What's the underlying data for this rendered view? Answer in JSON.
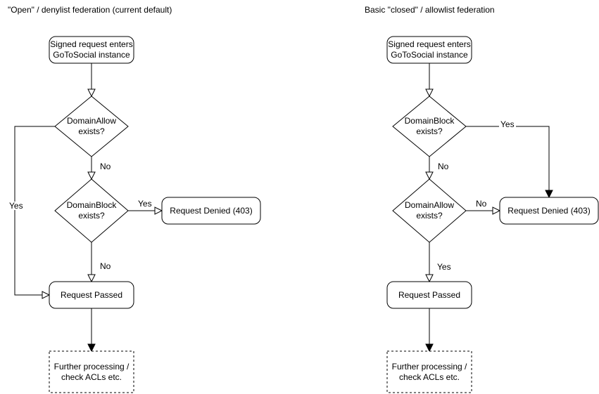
{
  "diagram": {
    "colors": {
      "stroke": "#000000",
      "node_fill": "#ffffff",
      "text": "#000000"
    },
    "left": {
      "title": "\"Open\" / denylist federation (current default)",
      "start": "Signed request enters\nGoToSocial instance",
      "decision1": "DomainAllow\nexists?",
      "decision2": "DomainBlock\nexists?",
      "denied": "Request Denied (403)",
      "passed": "Request Passed",
      "further": "Further processing /\ncheck ACLs etc.",
      "labels": {
        "d1_yes": "Yes",
        "d1_no": "No",
        "d2_yes": "Yes",
        "d2_no": "No"
      }
    },
    "right": {
      "title": "Basic \"closed\" / allowlist federation",
      "start": "Signed request enters\nGoToSocial instance",
      "decision1": "DomainBlock\nexists?",
      "decision2": "DomainAllow\nexists?",
      "denied": "Request Denied (403)",
      "passed": "Request Passed",
      "further": "Further processing /\ncheck ACLs etc.",
      "labels": {
        "d1_yes": "Yes",
        "d1_no": "No",
        "d2_no": "No",
        "d2_yes": "Yes"
      }
    }
  }
}
